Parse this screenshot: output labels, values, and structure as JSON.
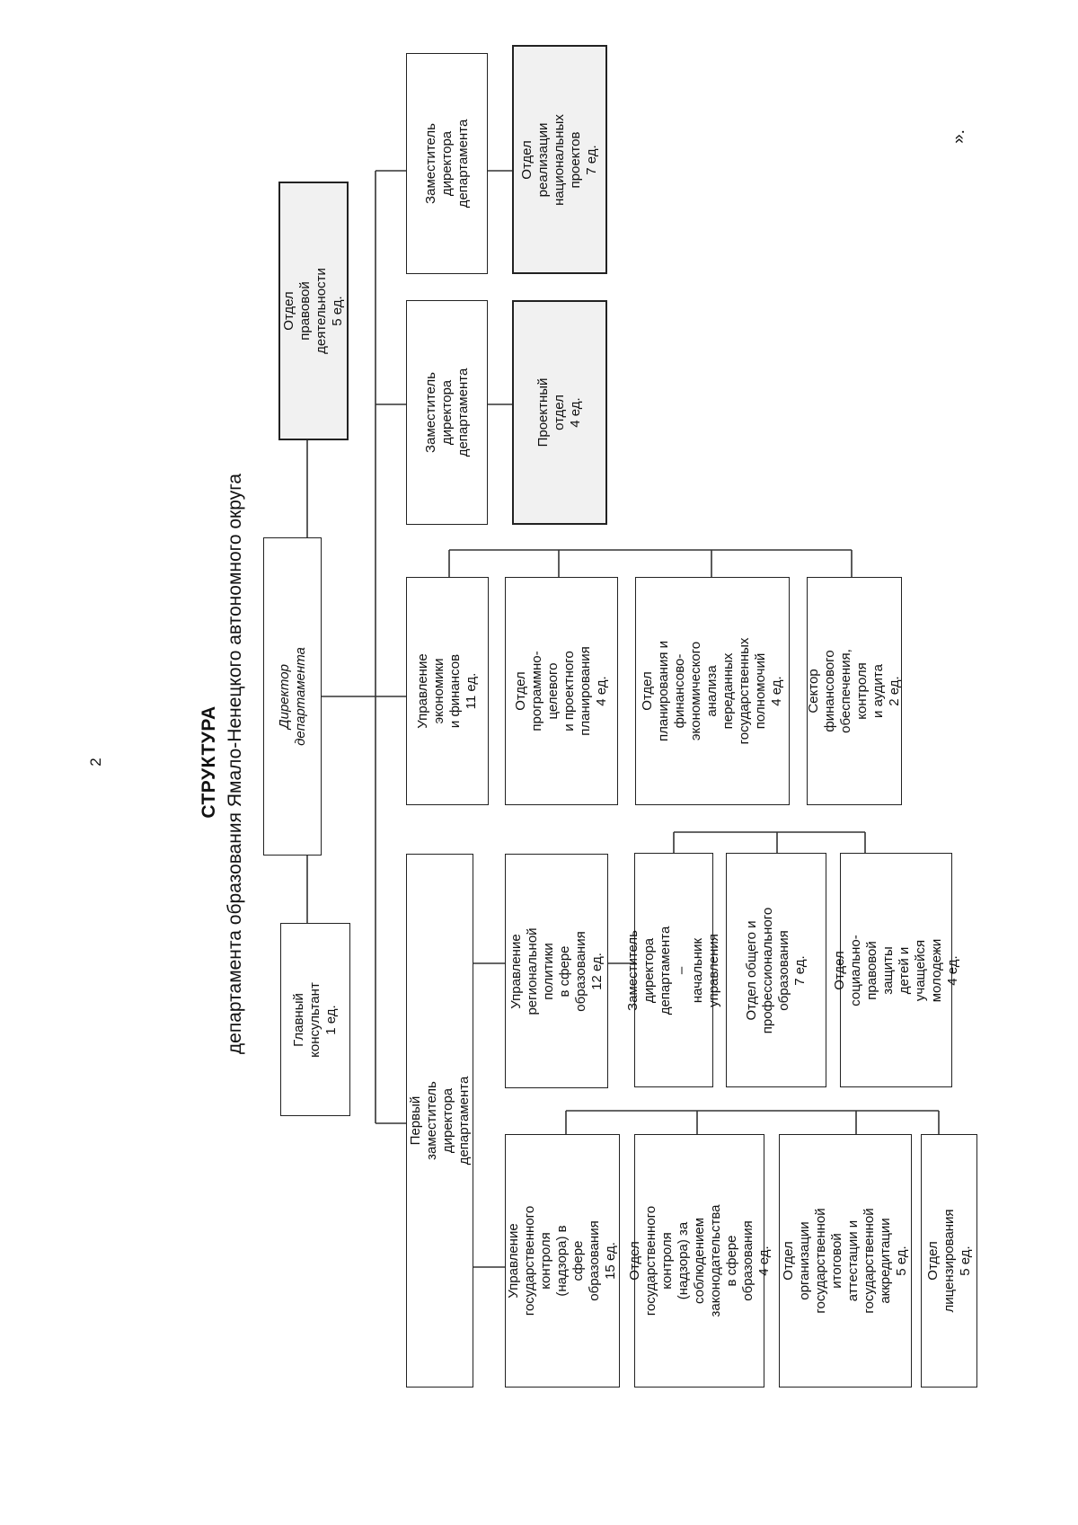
{
  "page_number": "2",
  "title": "СТРУКТУРА",
  "subtitle": "департамента образования Ямало-Ненецкого автономного округа",
  "trailing_mark": "».",
  "boxes": {
    "director": "Директор департамента",
    "chief_consultant": "Главный\nконсультант\n1 ед.",
    "legal_department": "Отдел правовой\nдеятельности\n5 ед.",
    "first_deputy": "Первый заместитель\nдиректора департамента",
    "economy_finance_directorate": "Управление экономики\nи финансов\n11 ед.",
    "deputy_director_a": "Заместитель директора\nдепартамента",
    "deputy_director_b": "Заместитель директора\nдепартамента",
    "project_department": "Проектный отдел\n4 ед.",
    "national_projects_department": "Отдел\nреализации\nнациональных проектов\n7 ед.",
    "program_planning_department": "Отдел\nпрограммно-целевого\nи проектного\nпланирования\n4 ед.",
    "planning_analysis_department": "Отдел планирования и\nфинансово-\nэкономического анализа\nпереданных\nгосударственных\nполномочий\n4 ед.",
    "financial_support_sector": "Сектор финансового\nобеспечения, контроля\nи аудита\n2 ед.",
    "regional_policy_directorate": "Управление\nрегиональной политики\nв сфере образования\n12 ед.",
    "deputy_head_directorate": "Заместитель директора\nдепартамента –\nначальник управления",
    "general_professional_education_department": "Отдел общего и\nпрофессионального\nобразования\n7 ед.",
    "social_legal_protection_department": "Отдел\nсоциально-правовой\nзащиты детей и\nучащейся молодежи\n4 ед.",
    "state_control_directorate": "Управление\nгосударственного\nконтроля (надзора) в\nсфере образования\n15 ед.",
    "legislation_compliance_department": "Отдел государственного\nконтроля (надзора) за\nсоблюдением\nзаконодательства в сфере\nобразования\n4 ед.",
    "attestation_accreditation_department": "Отдел организации\nгосударственной итоговой\nаттестации и\nгосударственной\nаккредитации\n5 ед.",
    "licensing_department": "Отдел лицензирования\n5 ед."
  }
}
